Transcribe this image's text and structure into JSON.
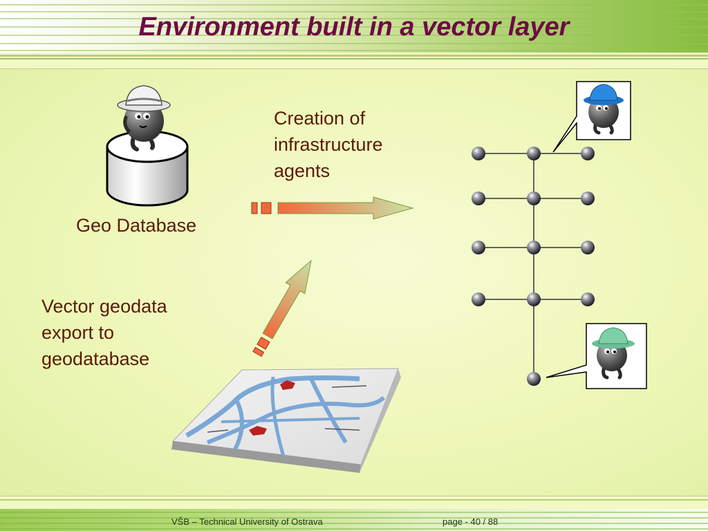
{
  "slide": {
    "title": "Environment built in a vector layer",
    "labels": {
      "geo_database": "Geo Database",
      "creation": "Creation of\ninfrastructure\nagents",
      "vector_export": "Vector geodata\nexport to\ngeodatabase"
    },
    "icons": [
      "agent-grey-hat-icon",
      "database-cylinder-icon",
      "agent-blue-hat-icon",
      "agent-green-hat-icon",
      "map-slab-icon",
      "right-arrow-icon",
      "up-left-arrow-icon",
      "network-node-icon"
    ]
  },
  "colors": {
    "title": "#6e0b43",
    "text": "#5a1a08",
    "arrow_start": "#f06a3c",
    "arrow_end": "#c8e2a6",
    "agent_blue_hat": "#1e73c8",
    "agent_green_hat": "#6cbf96"
  },
  "footer": {
    "institution": "VŠB – Technical University of Ostrava",
    "page": "page - 40 / 88"
  }
}
